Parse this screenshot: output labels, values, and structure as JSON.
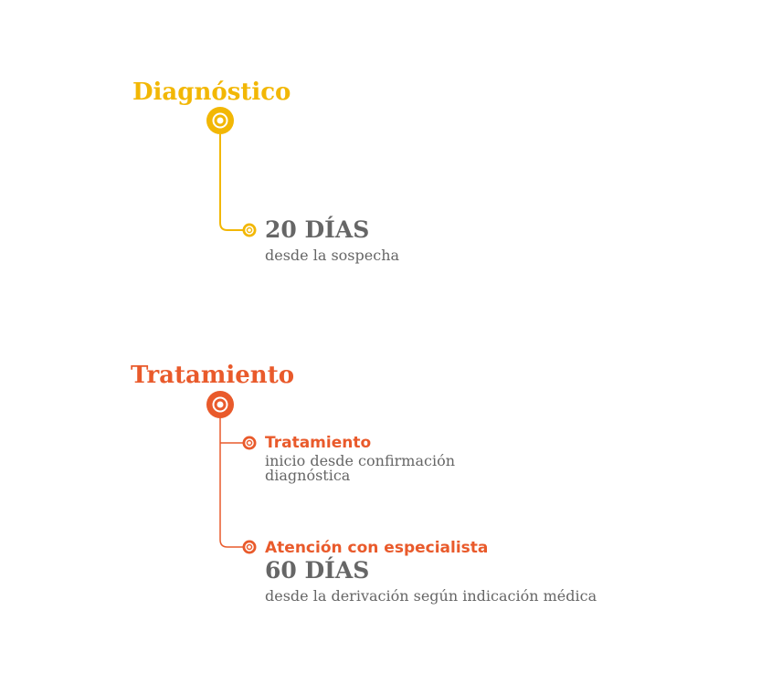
{
  "colors": {
    "diagnostico": "#f2b705",
    "tratamiento": "#e95a2b",
    "text": "#666666"
  },
  "diagnostico": {
    "title": "Diagnóstico",
    "items": [
      {
        "days": "20 DÍAS",
        "description": "desde la sospecha"
      }
    ]
  },
  "tratamiento": {
    "title": "Tratamiento",
    "items": [
      {
        "title": "Tratamiento",
        "description_lines": [
          "inicio desde confirmación",
          "diagnóstica"
        ]
      },
      {
        "title": "Atención con especialista",
        "days": "60 DÍAS",
        "description": "desde la derivación según indicación médica"
      }
    ]
  }
}
